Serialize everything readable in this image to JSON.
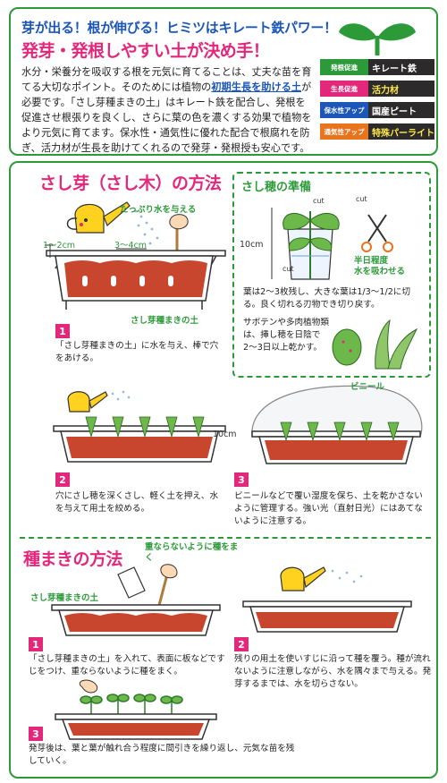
{
  "header": {
    "line1": "芽が出る！根が伸びる！ヒミツはキレート鉄パワー！",
    "line2": "発芽・発根しやすい土が決め手！"
  },
  "intro": {
    "part1": "水分・栄養分を吸収する根を元気に育てることは、丈夫な苗を育てる大切なポイント。そのためには植物の",
    "highlight": "初期生長を助ける土",
    "part2": "が必要です。「さし芽種まきの土」はキレート鉄を配合し、発根を促進させ根張りを良くし、さらに葉の色を濃くする効果で植物をより元気に育てます。保水性・通気性に優れた配合で根腐れを防ぎ、活力材が生長を助けてくれるので発芽・発根授も安心です。"
  },
  "features": [
    {
      "tag": "発根促進",
      "value": "キレート鉄",
      "tag_color": "#2d9a3a",
      "value_color": "#ffffff"
    },
    {
      "tag": "生長促進",
      "value": "活力材",
      "tag_color": "#e3287b",
      "value_color": "#ffe84a"
    },
    {
      "tag": "保水性アップ",
      "value": "国産ピート",
      "tag_color": "#1b56b8",
      "value_color": "#ffffff"
    },
    {
      "tag": "通気性アップ",
      "value": "特殊パーライト",
      "tag_color": "#e8741e",
      "value_color": "#ffe84a"
    }
  ],
  "cutting": {
    "title": "さし芽（さし木）の方法",
    "water_label": "たっぷり水を与える",
    "gap_label": "1〜2cm",
    "spacing_label": "3〜4cm",
    "soil_label": "さし芽種まきの土",
    "step1_num": "1",
    "step1_desc": "「さし芽種まきの土」に水を与え、棒で穴をあける。",
    "step2_num": "2",
    "step2_desc": "穴にさし穂を深くさし、軽く土を押え、水を与えて用土を絞める。",
    "step3_num": "3",
    "step3_desc": "ビニールなどで覆い湿度を保ち、土を乾かさないように管理する。強い光（直射日光）にはあてないように注意する。",
    "height_label": "10cm",
    "vinyl_label": "ビニール"
  },
  "prep": {
    "title": "さし穂の準備",
    "cut_label": "cut",
    "height_label": "10cm",
    "soak_label": "半日程度\n水を吸わせる",
    "desc1": "葉は2〜3枚残し、大きな葉は1/3〜1/2に切る。良く切れる刃物でき切り戻す。",
    "desc2": "サボテンや多肉植物類は、挿し穂を日陰で2〜3日以上乾かす。"
  },
  "seeding": {
    "title": "種まきの方法",
    "no_overlap_label": "重ならないように種をまく",
    "soil_label": "さし芽種まきの土",
    "step1_num": "1",
    "step1_desc": "「さし芽種まきの土」を入れて、表面に板などですじをつけ、重ならないように種をまく。",
    "step2_num": "2",
    "step2_desc": "残りの用土を使いすじに沿って種を覆う。種が流れないように注意しながら、水を隅々まで与える。発芽するまでは、水を切らさない。",
    "step3_num": "3",
    "step3_desc": "発芽後は、葉と葉が触れ合う程度に間引きを繰り返し、元気な苗を残していく。"
  },
  "colors": {
    "green": "#2d9a3a",
    "pink": "#e3287b",
    "blue": "#1b56b8",
    "soil": "#c8452e",
    "water_can": "#ffd21f"
  }
}
